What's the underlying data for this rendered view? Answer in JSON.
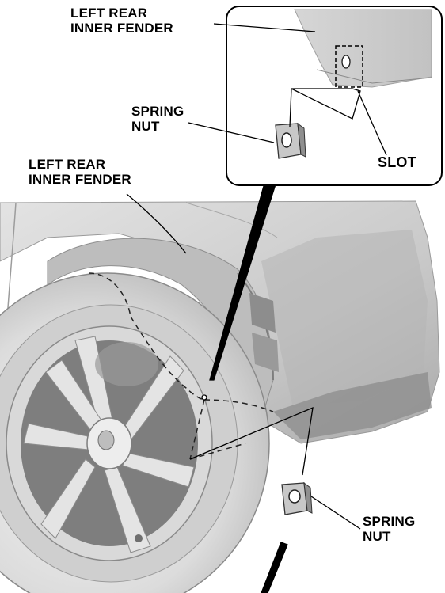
{
  "callouts": {
    "fender_inset": "LEFT REAR\nINNER FENDER",
    "spring_nut_inset": "SPRING\nNUT",
    "slot": "SLOT",
    "fender_main": "LEFT REAR\nINNER FENDER",
    "spring_nut_main": "SPRING\nNUT"
  },
  "colors": {
    "body_panel": "#cfcfcf",
    "tire": "#e6e6e6",
    "wheel": "#d2d2d2",
    "shadow": "#8c8c8c",
    "outline": "#000000"
  }
}
